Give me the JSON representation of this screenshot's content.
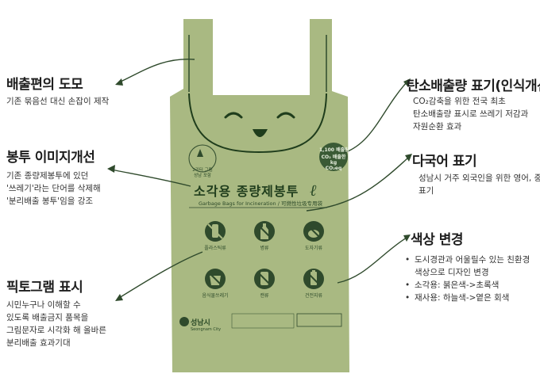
{
  "colors": {
    "bag": "#a9b982",
    "bag_dark": "#2a4a27",
    "line": "#2f4a2c"
  },
  "annotations": {
    "handle": {
      "title": "배출편의 도모",
      "desc": [
        "기존 묶음선 대신 손잡이 제작"
      ]
    },
    "image": {
      "title": "봉투 이미지개선",
      "desc": [
        "기존 종량제봉투에 있던",
        "'쓰레기'라는 단어를 삭제해",
        "'분리배출 봉투'임을 강조"
      ]
    },
    "pictogram": {
      "title": "픽토그램 표시",
      "desc": [
        "시민누구나 이해할 수",
        "있도록 배출금지 품목을",
        "그림문자로 시각화 해 올바른",
        "분리배출 효과기대"
      ]
    },
    "carbon": {
      "title": "탄소배출량 표기(인식개선)",
      "desc": [
        "CO₂감축을 위한 전국 최초",
        "탄소배출량 표시로 쓰레기 저감과",
        "자원순환 효과"
      ]
    },
    "multilang": {
      "title": "다국어 표기",
      "desc": [
        "성남시 거주 외국인을 위한 영어, 중국어",
        "표기"
      ]
    },
    "color": {
      "title": "색상 변경",
      "items": [
        [
          "도시경관과 어울릴수 있는 친환경",
          "색상으로 디자인 변경"
        ],
        [
          "소각용: 붉은색->초록색"
        ],
        [
          "재사용: 하늘색->옅은 회색"
        ]
      ]
    }
  },
  "bag": {
    "title": "소각용 종량제봉투",
    "subtitle": "Garbage Bags for Incineration / 可燃性垃圾专用袋",
    "tree_badge": [
      "2리터 그램",
      "성남 포함"
    ],
    "co2_badge": [
      "1,100 배출량",
      "CO₂ 배출한",
      "kg",
      "CO₂eq"
    ],
    "script_mark": "ℓ",
    "pictograms": [
      "플라스틱류",
      "병류",
      "도자기류",
      "음식물쓰레기",
      "캔류",
      "건전지류"
    ],
    "logo_kr": "성남시",
    "logo_en": "Seongnam City"
  }
}
